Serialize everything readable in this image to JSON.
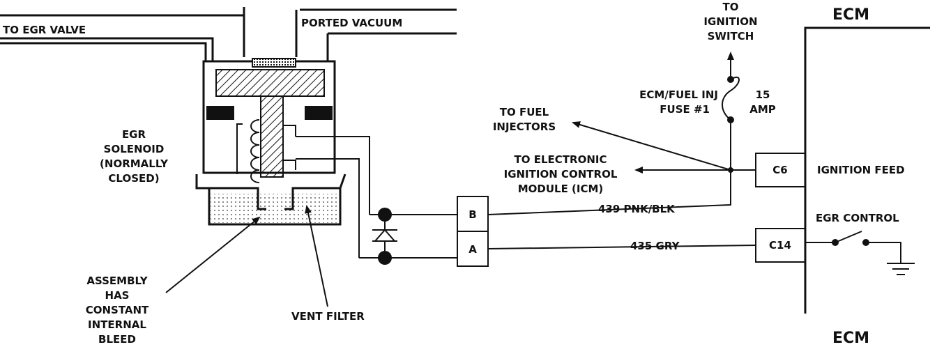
{
  "labels": {
    "to_egr_valve": "TO EGR VALVE",
    "ported_vacuum": "PORTED VACUUM",
    "egr_solenoid": [
      "EGR",
      "SOLENOID",
      "(NORMALLY",
      "CLOSED)"
    ],
    "assembly": [
      "ASSEMBLY",
      "HAS",
      "CONSTANT",
      "INTERNAL",
      "BLEED"
    ],
    "vent_filter": "VENT FILTER",
    "to_ignition_switch": [
      "TO",
      "IGNITION",
      "SWITCH"
    ],
    "fuse": [
      "ECM/FUEL INJ",
      "FUSE #1"
    ],
    "fuse_amp": [
      "15",
      "AMP"
    ],
    "to_fuel_injectors": [
      "TO FUEL",
      "INJECTORS"
    ],
    "to_icm": [
      "TO ELECTRONIC",
      "IGNITION CONTROL",
      "MODULE (ICM)"
    ],
    "ecm": "ECM",
    "ignition_feed": "IGNITION FEED",
    "egr_control": "EGR CONTROL",
    "wire_b": "439 PNK/BLK",
    "wire_a": "435 GRY"
  },
  "connectors": {
    "b": "B",
    "a": "A",
    "c6": "C6",
    "c14": "C14"
  }
}
